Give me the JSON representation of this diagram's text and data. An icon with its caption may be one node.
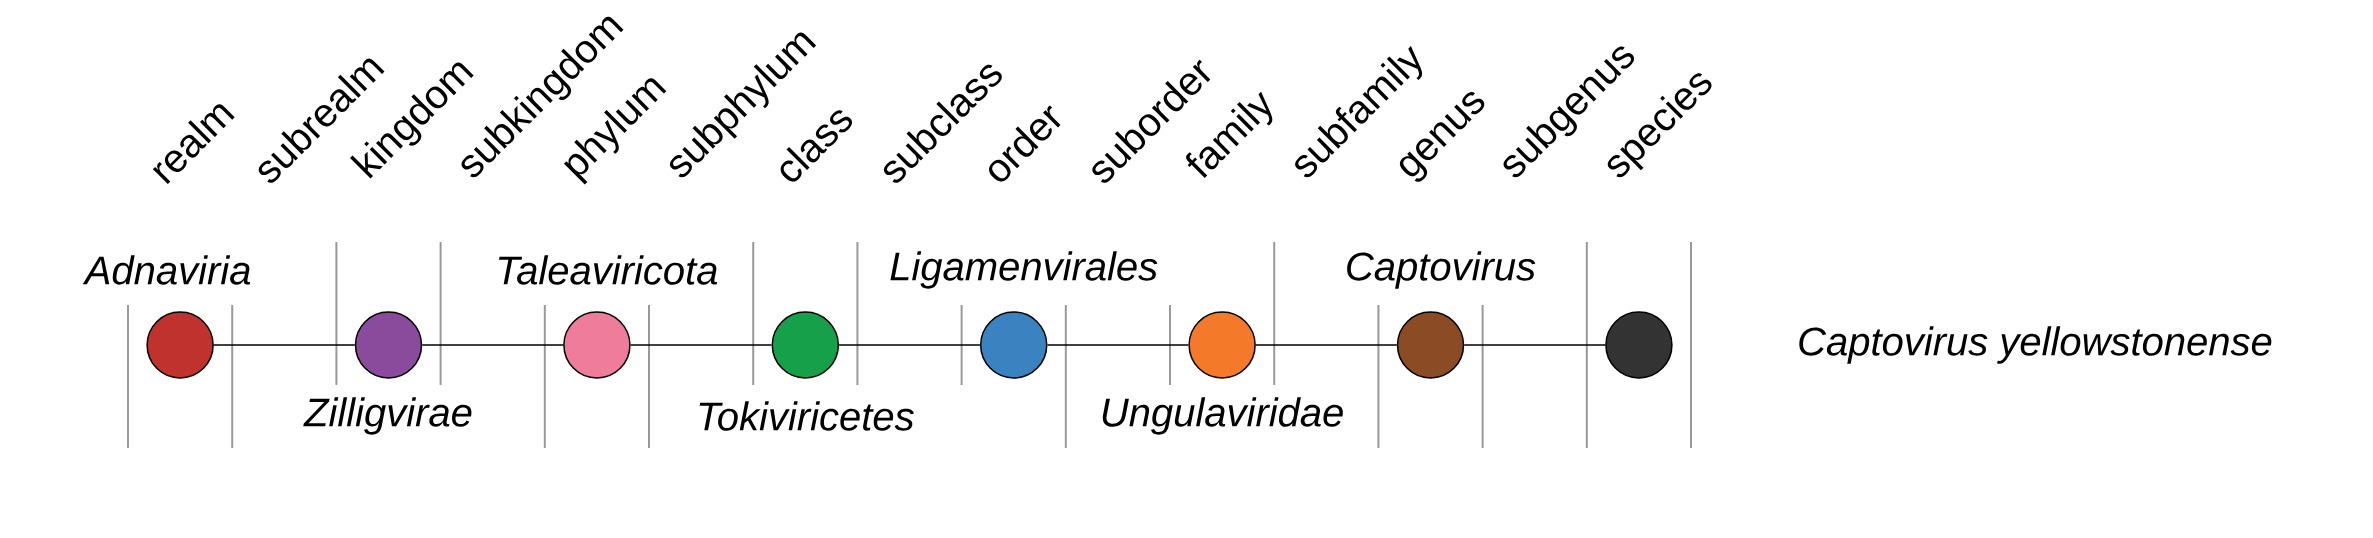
{
  "diagram": {
    "nodes": [
      {
        "text": [],
        "shape": "circle",
        "beside": [
          "Adnaviria"
        ]
      },
      {
        "text": [],
        "shape": "circle",
        "beside": [
          "Zilligvirae"
        ]
      },
      {
        "text": [],
        "shape": "circle",
        "beside": [
          "Taleaviricota"
        ]
      },
      {
        "text": [],
        "shape": "circle",
        "beside": [
          "Tokiviricetes"
        ]
      },
      {
        "text": [],
        "shape": "circle",
        "beside": [
          "Ligamenvirales"
        ]
      },
      {
        "text": [],
        "shape": "circle",
        "beside": [
          "Ungulaviridae"
        ]
      },
      {
        "text": [],
        "shape": "circle",
        "beside": [
          "Captovirus"
        ]
      },
      {
        "text": [],
        "shape": "circle"
      }
    ],
    "edges": [
      {
        "from": 0,
        "to": 1,
        "arrow": "none"
      },
      {
        "from": 1,
        "to": 2,
        "arrow": "none"
      },
      {
        "from": 2,
        "to": 3,
        "arrow": "none"
      },
      {
        "from": 3,
        "to": 4,
        "arrow": "none"
      },
      {
        "from": 4,
        "to": 5,
        "arrow": "none"
      },
      {
        "from": 5,
        "to": 6,
        "arrow": "none"
      },
      {
        "from": 6,
        "to": 7,
        "arrow": "none"
      }
    ],
    "labels": [
      "realm",
      "subrealm",
      "kingdom",
      "subkingdom",
      "phylum",
      "subphylum",
      "class",
      "subclass",
      "order",
      "suborder",
      "family",
      "subfamily",
      "genus",
      "subgenus",
      "species",
      "Captovirus yellowstonense"
    ]
  }
}
